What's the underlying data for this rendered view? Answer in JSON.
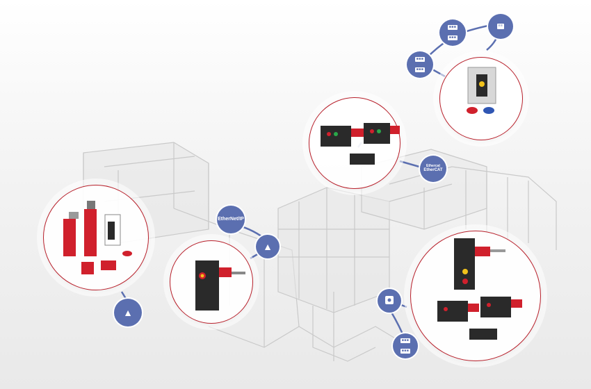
{
  "badges": {
    "ethernet_ip": "EtherNet/IP",
    "ethercat_top": "EtherCAT",
    "ethercat_prefix": "Ethercat"
  },
  "colors": {
    "accent_red": "#d0202c",
    "ring_red": "#b81f2a",
    "badge_blue": "#5b6fb0",
    "frame_gray": "#c9c9c9",
    "device_black": "#2a2a2a"
  },
  "icons": {
    "field_bus": "fieldbus-logo-icon",
    "cc_link": "cc-link-logo-icon",
    "as_interface": "as-interface-logo-icon",
    "cip_safety": "cip-safety-logo-icon",
    "io_link": "io-link-logo-icon"
  }
}
